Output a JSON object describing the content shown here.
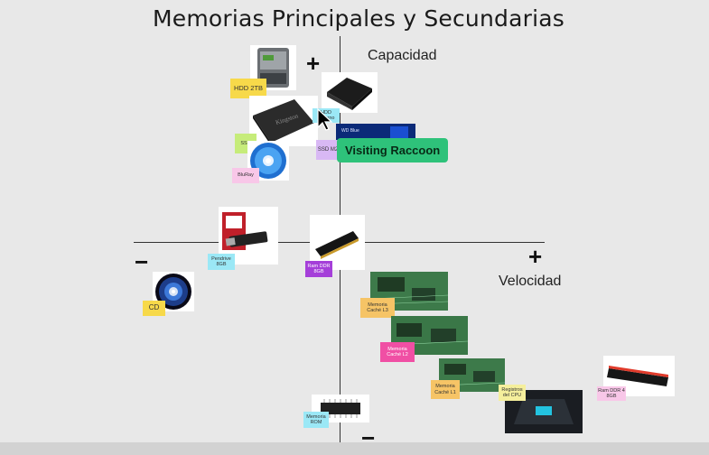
{
  "title": "Memorias Principales y Secundarias",
  "axes": {
    "y_label": "Capacidad",
    "x_label": "Velocidad",
    "plus_top": "+",
    "plus_right": "+",
    "minus_left": "−",
    "minus_bottom": "−"
  },
  "collaborator_badge": "Visiting Raccoon",
  "stickies": {
    "hdd": "HDD 2TB",
    "hdd_ext": "HDD Externo",
    "ssd_m2": "SSD M2",
    "ssd": "SSD",
    "bluray": "BluRay",
    "pendrive": "Pendrive 8GB",
    "ram": "Ram DDR 8GB",
    "cd": "CD",
    "cache_l3": "Memoria Caché L3",
    "cache_l2": "Memoria Caché L2",
    "cache_l1": "Memoria Caché L1",
    "registers": "Registros del CPU",
    "ram_ddr4": "Ram DDR 4 8GB",
    "rom": "Memoria ROM"
  },
  "photo_labels": {
    "ssd_brand": "Kingston",
    "m2_brand": "WD Blue"
  },
  "colors": {
    "badge": "#2ec27a",
    "background": "#e8e8e8"
  }
}
